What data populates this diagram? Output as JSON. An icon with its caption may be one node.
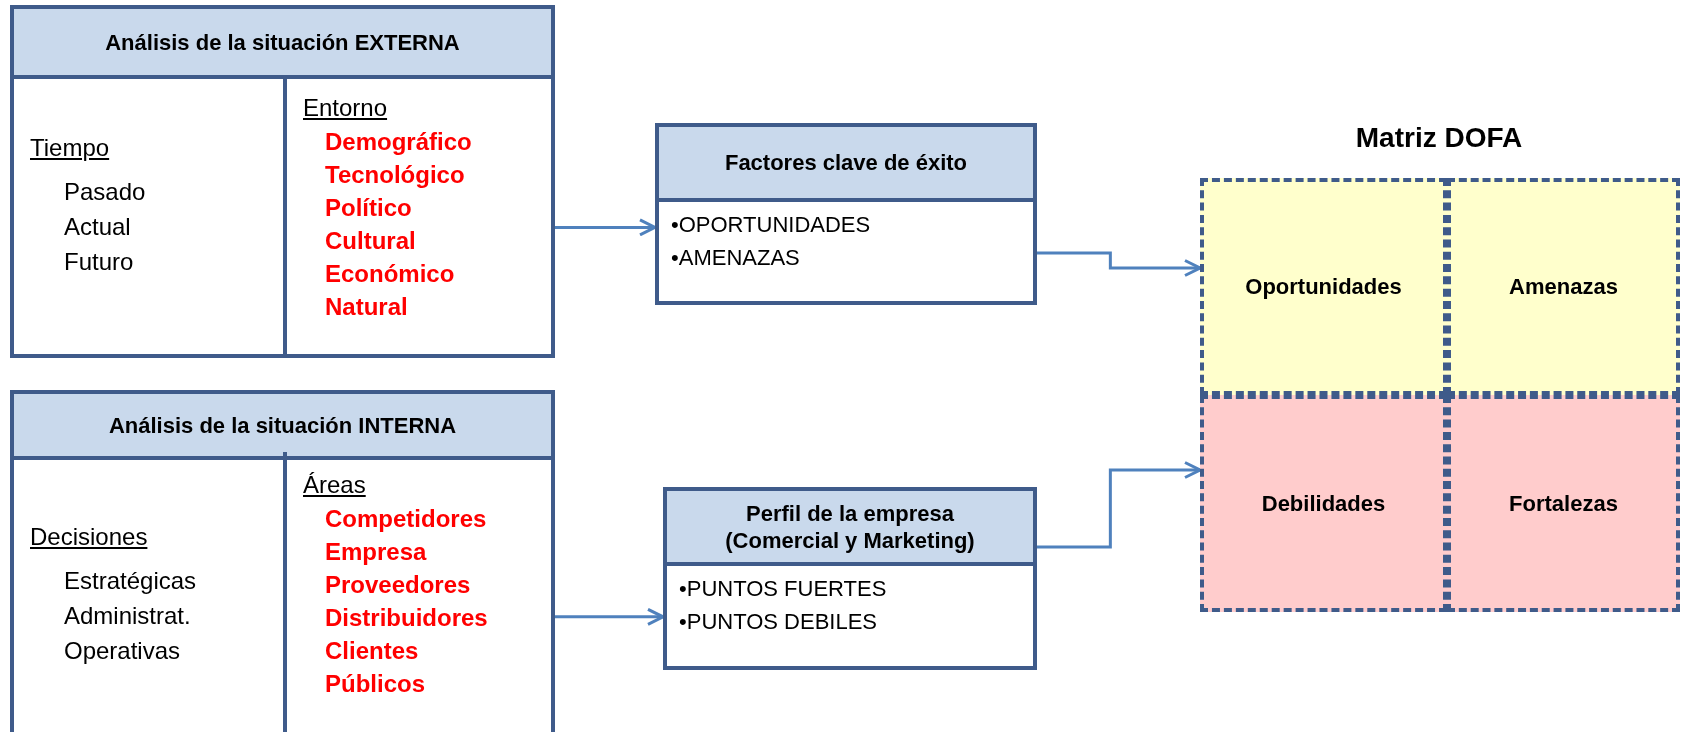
{
  "diagram": {
    "nodes": [
      {
        "text": [
          "Análisis de la situación EXTERNA"
        ]
      },
      {
        "text": [
          "Tiempo",
          "Pasado",
          "Actual",
          "Futuro"
        ],
        "in": 0
      },
      {
        "text": [
          "Entorno",
          "Demográfico",
          "Tecnológico",
          "Político",
          "Cultural",
          "Económico",
          "Natural"
        ],
        "in": 0
      },
      {
        "text": [
          "Factores clave de éxito",
          "•OPORTUNIDADES",
          "•AMENAZAS"
        ]
      },
      {
        "text": [
          "Matriz DOFA"
        ]
      },
      {
        "text": [
          "Oportunidades"
        ],
        "in": 4
      },
      {
        "text": [
          "Amenazas"
        ],
        "in": 4
      },
      {
        "text": [
          "Debilidades"
        ],
        "in": 4
      },
      {
        "text": [
          "Fortalezas"
        ],
        "in": 4
      },
      {
        "text": [
          "Análisis de la situación INTERNA"
        ]
      },
      {
        "text": [
          "Decisiones",
          "Estratégicas",
          "Administrat.",
          "Operativas"
        ],
        "in": 9
      },
      {
        "text": [
          "Áreas",
          "Competidores",
          "Empresa",
          "Proveedores",
          "Distribuidores",
          "Clientes",
          "Públicos"
        ],
        "in": 9
      },
      {
        "text": [
          "Perfil de la empresa (Comercial y Marketing)",
          "•PUNTOS FUERTES",
          "•PUNTOS DEBILES"
        ]
      }
    ],
    "edges": [
      {
        "from": 0,
        "to": 3,
        "arrow": "to"
      },
      {
        "from": 3,
        "to": 5,
        "arrow": "to"
      },
      {
        "from": 9,
        "to": 12,
        "arrow": "to"
      },
      {
        "from": 12,
        "to": 7,
        "arrow": "to"
      }
    ]
  }
}
